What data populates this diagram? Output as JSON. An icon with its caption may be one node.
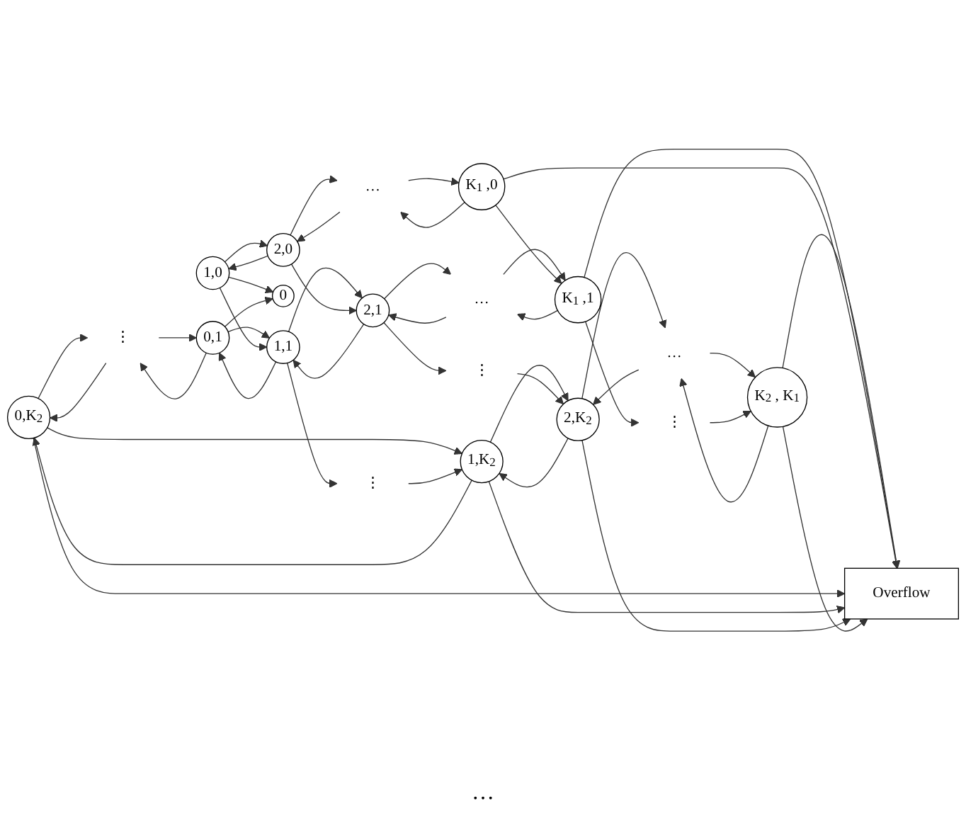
{
  "diagram": {
    "nodes": [
      {
        "text": [
          "Overflow"
        ]
      },
      {
        "text": [
          "0,K$_{2}$"
        ]
      },
      {
        "text": [
          "1,K$_{2}$"
        ]
      },
      {
        "text": [
          "2,K$_{2}$"
        ]
      },
      {
        "text": [
          "…"
        ]
      },
      {
        "text": [
          "K$_{2}$ , K$_{1}$"
        ]
      },
      {
        "text": [
          "⋮"
        ]
      },
      {
        "text": [
          "⋮"
        ]
      },
      {
        "text": [
          "⋮"
        ]
      },
      {
        "text": [
          "⋮"
        ]
      },
      {
        "text": [
          "0,1"
        ]
      },
      {
        "text": [
          "1,1"
        ]
      },
      {
        "text": [
          "2,1"
        ]
      },
      {
        "text": [
          "…"
        ]
      },
      {
        "text": [
          "K$_{1}$ ,1"
        ]
      },
      {
        "text": [
          "0"
        ]
      },
      {
        "text": [
          "1,0"
        ]
      },
      {
        "text": [
          "2,0"
        ]
      },
      {
        "text": [
          "…"
        ]
      },
      {
        "text": [
          "K$_{1}$ ,0"
        ]
      }
    ],
    "edges": [
      {
        "from": 1,
        "to": 2,
        "arrow": "to"
      },
      {
        "from": 2,
        "to": 3,
        "arrow": "to"
      },
      {
        "from": 3,
        "to": 4,
        "arrow": "to"
      },
      {
        "from": 4,
        "to": 5,
        "arrow": "to"
      },
      {
        "from": 5,
        "to": 0,
        "arrow": "to"
      },
      {
        "from": 2,
        "to": 1,
        "arrow": "to"
      },
      {
        "from": 3,
        "to": 2,
        "arrow": "to"
      },
      {
        "from": 4,
        "to": 3,
        "arrow": "to"
      },
      {
        "from": 5,
        "to": 4,
        "arrow": "to"
      },
      {
        "from": 10,
        "to": 11,
        "arrow": "to"
      },
      {
        "from": 11,
        "to": 12,
        "arrow": "to"
      },
      {
        "from": 12,
        "to": 13,
        "arrow": "to"
      },
      {
        "from": 13,
        "to": 14,
        "arrow": "to"
      },
      {
        "from": 14,
        "to": 0,
        "arrow": "to"
      },
      {
        "from": 11,
        "to": 10,
        "arrow": "to"
      },
      {
        "from": 12,
        "to": 11,
        "arrow": "to"
      },
      {
        "from": 13,
        "to": 12,
        "arrow": "to"
      },
      {
        "from": 14,
        "to": 13,
        "arrow": "to"
      },
      {
        "from": 16,
        "to": 17,
        "arrow": "to"
      },
      {
        "from": 17,
        "to": 18,
        "arrow": "to"
      },
      {
        "from": 18,
        "to": 19,
        "arrow": "to"
      },
      {
        "from": 19,
        "to": 0,
        "arrow": "to"
      },
      {
        "from": 16,
        "to": 15,
        "arrow": "to"
      },
      {
        "from": 17,
        "to": 16,
        "arrow": "to"
      },
      {
        "from": 18,
        "to": 17,
        "arrow": "to"
      },
      {
        "from": 19,
        "to": 18,
        "arrow": "to"
      },
      {
        "from": 1,
        "to": 0,
        "arrow": "to"
      },
      {
        "from": 6,
        "to": 1,
        "arrow": "to"
      },
      {
        "from": 1,
        "to": 6,
        "arrow": "to"
      },
      {
        "from": 10,
        "to": 6,
        "arrow": "to"
      },
      {
        "from": 6,
        "to": 10,
        "arrow": "to"
      },
      {
        "from": 10,
        "to": 15,
        "arrow": "to"
      },
      {
        "from": 2,
        "to": 0,
        "arrow": "to"
      },
      {
        "from": 7,
        "to": 2,
        "arrow": "to"
      },
      {
        "from": 11,
        "to": 7,
        "arrow": "to"
      },
      {
        "from": 16,
        "to": 11,
        "arrow": "to"
      },
      {
        "from": 3,
        "to": 0,
        "arrow": "to"
      },
      {
        "from": 8,
        "to": 3,
        "arrow": "to"
      },
      {
        "from": 12,
        "to": 8,
        "arrow": "to"
      },
      {
        "from": 17,
        "to": 12,
        "arrow": "to"
      },
      {
        "from": 5,
        "to": 0,
        "arrow": "to"
      },
      {
        "from": 9,
        "to": 5,
        "arrow": "to"
      },
      {
        "from": 14,
        "to": 9,
        "arrow": "to"
      },
      {
        "from": 19,
        "to": 14,
        "arrow": "to"
      }
    ],
    "labels": [
      "…"
    ]
  }
}
